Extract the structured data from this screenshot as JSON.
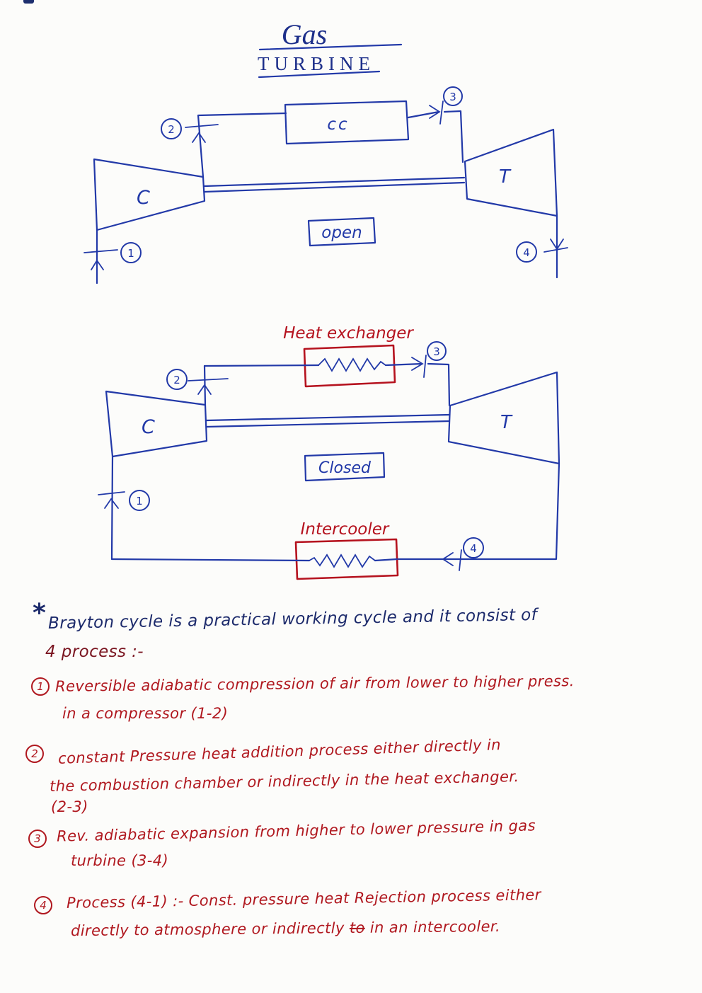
{
  "title": {
    "line1": "Gas",
    "line2": "TURBINE"
  },
  "colors": {
    "diagram_ink": "#2239a8",
    "title_ink": "#1d2f8a",
    "red_box": "#b5121e",
    "note_red": "#b0181f",
    "note_navy": "#1c2a6b",
    "note_maroon": "#7a1520"
  },
  "open_cycle": {
    "cycle_label": "open",
    "compressor_label": "C",
    "turbine_label": "T",
    "combustion_chamber_label": "cc",
    "nodes": {
      "n1": "1",
      "n2": "2",
      "n3": "3",
      "n4": "4"
    }
  },
  "closed_cycle": {
    "cycle_label": "Closed",
    "compressor_label": "C",
    "turbine_label": "T",
    "heat_exchanger_label": "Heat exchanger",
    "intercooler_label": "Intercooler",
    "nodes": {
      "n1": "1",
      "n2": "2",
      "n3": "3",
      "n4": "4"
    }
  },
  "notes": {
    "bullet": "*",
    "intro_line1": "Brayton cycle is a  practical working cycle and it consist of",
    "intro_line2": "4 process :-",
    "item1": {
      "num": "1",
      "line1": "Reversible adiabatic compression of air from lower to higher press.",
      "line2": "in a compressor (1-2)"
    },
    "item2": {
      "num": "2",
      "line1": "constant Pressure heat addition process either directly in",
      "line2": "the combustion chamber or indirectly in the heat exchanger.",
      "line3": "(2-3)"
    },
    "item3": {
      "num": "3",
      "line1": "Rev. adiabatic expansion from higher to lower pressure in gas",
      "line2": "turbine (3-4)"
    },
    "item4": {
      "num": "4",
      "line1": "Process (4-1) :- Const. pressure heat Rejection process either",
      "line2_pre": "directly to atmosphere or indirectly ",
      "line2_struck": "to",
      "line2_post": " in an intercooler."
    }
  }
}
